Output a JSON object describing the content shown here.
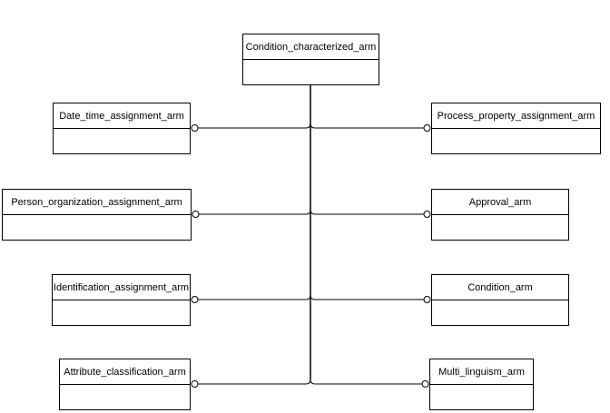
{
  "diagram": {
    "root": {
      "label": "Condition_characterized_arm"
    },
    "left_nodes": [
      {
        "label": "Date_time_assignment_arm"
      },
      {
        "label": "Person_organization_assignment_arm"
      },
      {
        "label": "Identification_assignment_arm"
      },
      {
        "label": "Attribute_classification_arm"
      }
    ],
    "right_nodes": [
      {
        "label": "Process_property_assignment_arm"
      },
      {
        "label": "Approval_arm"
      },
      {
        "label": "Condition_arm"
      },
      {
        "label": "Multi_linguism_arm"
      }
    ],
    "connector": {
      "port_icon": "open-circle-connector",
      "line_color": "#000000",
      "port_fill": "#ffffff"
    },
    "colors": {
      "background": "#ffffff",
      "box_border": "#000000",
      "box_fill": "#ffffff",
      "text": "#000000"
    }
  }
}
